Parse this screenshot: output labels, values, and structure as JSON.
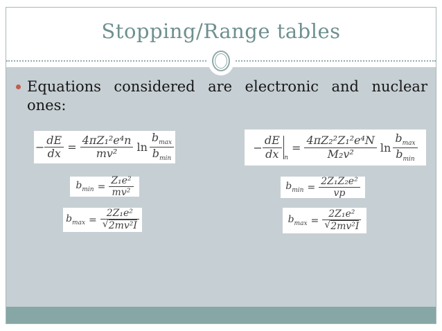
{
  "slide": {
    "title": "Stopping/Range tables",
    "body": {
      "bullet_line1": "Equations considered are electronic and nuclear",
      "bullet_line2": "ones:"
    },
    "colors": {
      "content_background": "#c6cfd4",
      "accent_teal_bar": "#87a7a6",
      "frame_border": "#a5b8b8",
      "title_text": "#6e908f",
      "bullet_dot": "#c25d4e",
      "math_text": "#3f3f3f"
    }
  },
  "equations": {
    "electronic_stopping": {
      "sign": "−",
      "dE": "dE",
      "dx": "dx",
      "equals": "=",
      "num": "4πZ₁²e⁴n",
      "den": "mv²",
      "ln": "ln",
      "b": "b",
      "max": "max",
      "min": "min"
    },
    "nuclear_stopping": {
      "sign": "−",
      "dE": "dE",
      "dx": "dx",
      "eval_sub": "n",
      "equals": "=",
      "num": "4πZ₂²Z₁²e⁴N",
      "den": "M₂v²",
      "ln": "ln",
      "b": "b",
      "max": "max",
      "min": "min"
    },
    "bmin_electronic": {
      "b": "b",
      "sub": "min",
      "equals": "=",
      "num": "Z₁e²",
      "den": "mv²"
    },
    "bmin_nuclear": {
      "b": "b",
      "sub": "min",
      "equals": "=",
      "num": "2Z₁Z₂e²",
      "den": "vp"
    },
    "bmax_electronic": {
      "b": "b",
      "sub": "max",
      "equals": "=",
      "num": "2Z₁e²",
      "radical": "√",
      "radicand": "2mv²I"
    },
    "bmax_nuclear": {
      "b": "b",
      "sub": "max",
      "equals": "=",
      "num": "2Z₁e²",
      "radical": "√",
      "radicand": "2mv²I"
    }
  }
}
